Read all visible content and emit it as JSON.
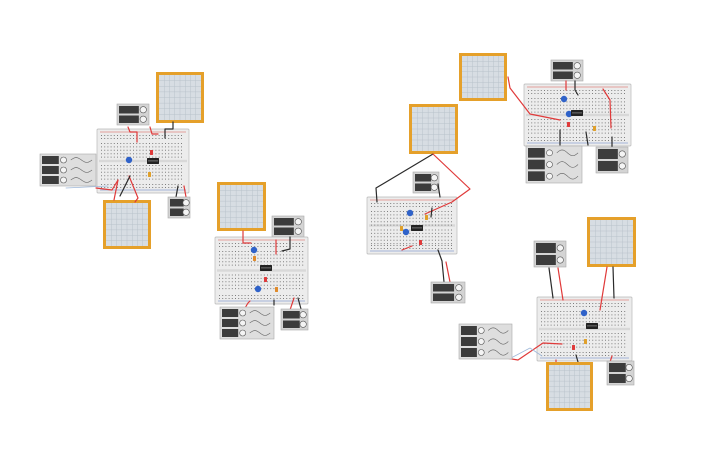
{
  "colors": {
    "background": "#ffffff",
    "board": "#ececec",
    "board_border": "#b8b8b8",
    "hole": "#7e7e7e",
    "rail_red": "#d9534f",
    "rail_blue": "#5b7fc4",
    "scope_frame": "#e5a02a",
    "scope_screen": "#d7dde3",
    "scope_grid": "#b9c2cb",
    "instrument": "#d4d4d4",
    "instrument_dark": "#3c3c3c",
    "wire_red": "#e03a3a",
    "wire_black": "#2b2b2b",
    "potentiometer": "#2f62c9",
    "chip": "#222222"
  },
  "icons": {
    "oscilloscope": "oscilloscope-icon",
    "power_supply": "power-supply-icon",
    "function_generator": "function-generator-icon",
    "breadboard": "breadboard-icon",
    "potentiometer": "potentiometer-icon",
    "ic_chip": "ic-chip-icon"
  },
  "circuits": [
    {
      "id": "circuit-1",
      "has_generator": true,
      "pots": 1
    },
    {
      "id": "circuit-2",
      "has_generator": true,
      "pots": 2
    },
    {
      "id": "circuit-3",
      "has_generator": false,
      "pots": 2
    },
    {
      "id": "circuit-4",
      "has_generator": true,
      "pots": 1
    },
    {
      "id": "circuit-5",
      "has_generator": true,
      "pots": 1
    }
  ]
}
